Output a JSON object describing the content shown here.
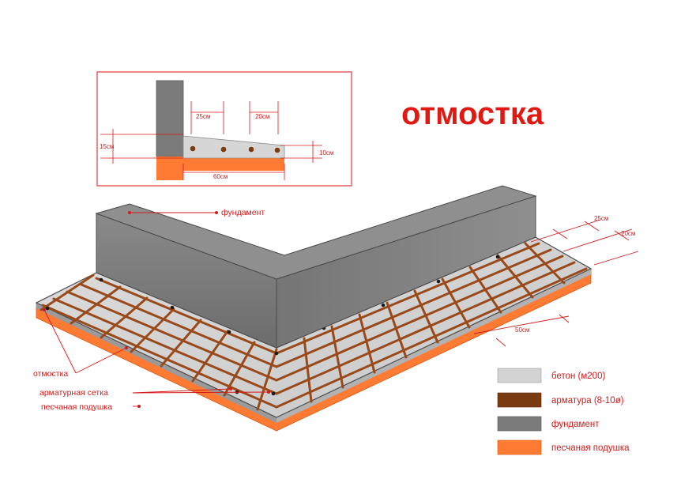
{
  "title": "отмостка",
  "inset": {
    "dim_25": "25см",
    "dim_20": "20см",
    "dim_15": "15см",
    "dim_10": "10см",
    "dim_60": "60см"
  },
  "main": {
    "label_foundation": "фундамент",
    "label_otmostka": "отмостка",
    "label_mesh": "арматурная сетка",
    "label_sand": "песчаная подушка",
    "dim_25": "25см",
    "dim_20": "20см",
    "dim_50": "50см"
  },
  "legend": [
    {
      "label": "бетон (м200)",
      "color": "#d3d3d3"
    },
    {
      "label": "арматура (8-10ø)",
      "color": "#7a3b10"
    },
    {
      "label": "фундамент",
      "color": "#7b7b7b"
    },
    {
      "label": "песчаная подушка",
      "color": "#ff7b33"
    }
  ],
  "colors": {
    "accent": "#e01a12",
    "concrete": "#d3d3d3",
    "rebar": "#9a4a1a",
    "foundation": "#7b7b7b",
    "sand": "#ff7b33"
  }
}
